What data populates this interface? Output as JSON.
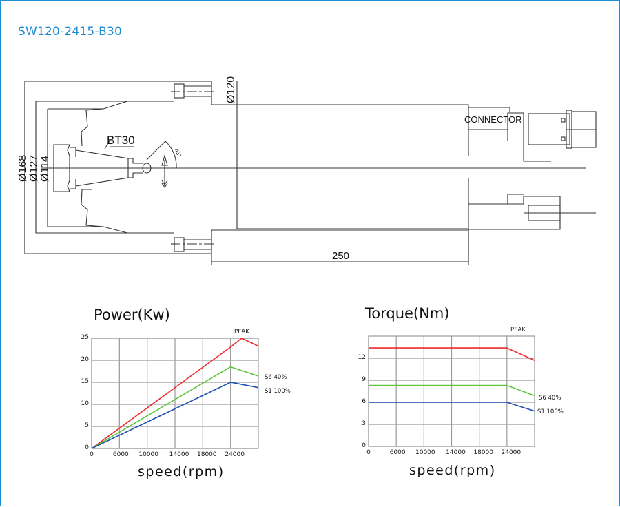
{
  "page": {
    "model_title": "SW120-2415-B30",
    "accent_color": "#1e8bd0"
  },
  "drawing": {
    "labels": {
      "dia_168": "Ø168",
      "dia_127": "Ø127",
      "dia_114": "Ø114",
      "dia_120": "Ø120",
      "tool_holder": "BT30",
      "angle": "45°",
      "connector": "CONNECTOR",
      "length": "250"
    }
  },
  "chart_data": [
    {
      "type": "line",
      "title": "Power(Kw)",
      "xlabel": "speed(rpm)",
      "ylabel": "",
      "x_tick_labels": [
        "0",
        "6000",
        "10000",
        "14000",
        "18000",
        "24000"
      ],
      "x_tick_positions": [
        0,
        4000,
        8000,
        12000,
        16000,
        20000
      ],
      "x_domain": [
        0,
        24000
      ],
      "y_tick_labels": [
        "0",
        "5",
        "10",
        "15",
        "20",
        "25"
      ],
      "y_ticks": [
        0,
        5,
        10,
        15,
        20,
        25
      ],
      "ylim": [
        0,
        25
      ],
      "grid": true,
      "annotation": "PEAK",
      "series": [
        {
          "name": "PEAK",
          "color": "#ee2a2a",
          "points": [
            [
              0,
              0
            ],
            [
              20000,
              23
            ],
            [
              21600,
              25
            ],
            [
              24000,
              23.2
            ]
          ]
        },
        {
          "name": "S6 40%",
          "color": "#5cc43a",
          "points": [
            [
              0,
              0
            ],
            [
              20000,
              18.5
            ],
            [
              24000,
              16.4
            ]
          ]
        },
        {
          "name": "S1 100%",
          "color": "#1f4fb0",
          "points": [
            [
              0,
              0
            ],
            [
              20000,
              15
            ],
            [
              24000,
              13.8
            ]
          ]
        }
      ],
      "series_labels": [
        "S6 40%",
        "S1 100%"
      ]
    },
    {
      "type": "line",
      "title": "Torque(Nm)",
      "xlabel": "speed(rpm)",
      "ylabel": "",
      "x_tick_labels": [
        "0",
        "6000",
        "10000",
        "14000",
        "18000",
        "24000"
      ],
      "x_tick_positions": [
        0,
        4000,
        8000,
        12000,
        16000,
        20000
      ],
      "x_domain": [
        0,
        24000
      ],
      "y_tick_labels": [
        "0",
        "3",
        "6",
        "9",
        "12"
      ],
      "y_ticks": [
        0,
        3,
        6,
        9,
        12
      ],
      "ylim": [
        0,
        15
      ],
      "grid": true,
      "annotation": "PEAK",
      "series": [
        {
          "name": "PEAK",
          "color": "#ee2a2a",
          "points": [
            [
              0,
              13.4
            ],
            [
              20000,
              13.4
            ],
            [
              24000,
              11.7
            ]
          ]
        },
        {
          "name": "S6 40%",
          "color": "#5cc43a",
          "points": [
            [
              0,
              8.3
            ],
            [
              20000,
              8.3
            ],
            [
              24000,
              6.9
            ]
          ]
        },
        {
          "name": "S1 100%",
          "color": "#1f4fb0",
          "points": [
            [
              0,
              6.0
            ],
            [
              20000,
              6.0
            ],
            [
              24000,
              4.8
            ]
          ]
        }
      ],
      "series_labels": [
        "S6 40%",
        "S1 100%"
      ]
    }
  ]
}
